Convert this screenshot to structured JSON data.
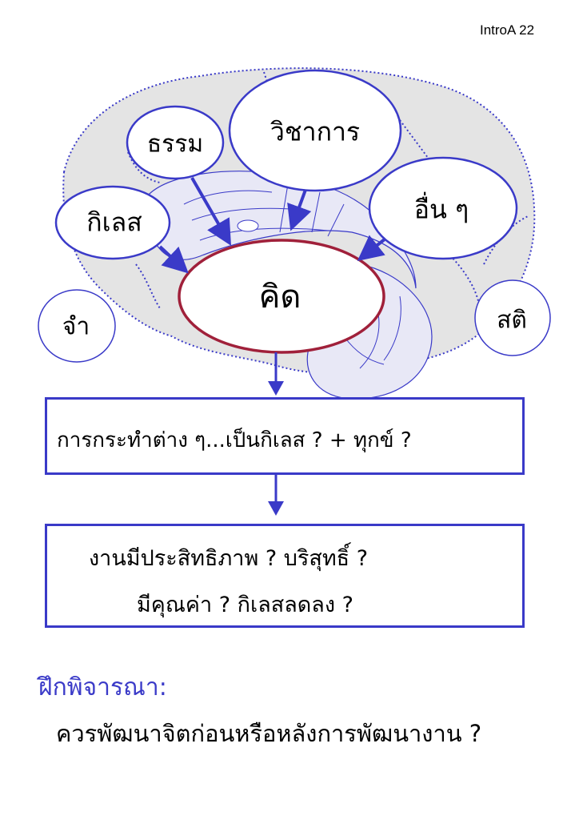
{
  "page_id": "IntroA 22",
  "nodes": {
    "dhamma": "ธรรม",
    "wichakan": "วิชาการ",
    "kilet": "กิเลส",
    "uen": "อื่น ๆ",
    "khit": "คิด",
    "cham": "จำ",
    "sati": "สติ"
  },
  "box1": {
    "text": "การกระทำต่าง ๆ...เป็นกิเลส ?  + ทุกข์ ?"
  },
  "box2": {
    "line1": "งานมีประสิทธิภาพ ?    บริสุทธิ์ ?",
    "line2": "มีคุณค่า ?    กิเลสลดลง ?"
  },
  "footer": {
    "title": "ฝึกพิจารณา:",
    "question": "ควรพัฒนาจิตก่อนหรือหลังการพัฒนางาน ?"
  },
  "colors": {
    "arrow_blue": "#3a3ac8",
    "center_ellipse_stroke": "#a0203a",
    "brain_fill": "#e4e4e4",
    "inner_brain_fill": "#e8e8f6"
  }
}
